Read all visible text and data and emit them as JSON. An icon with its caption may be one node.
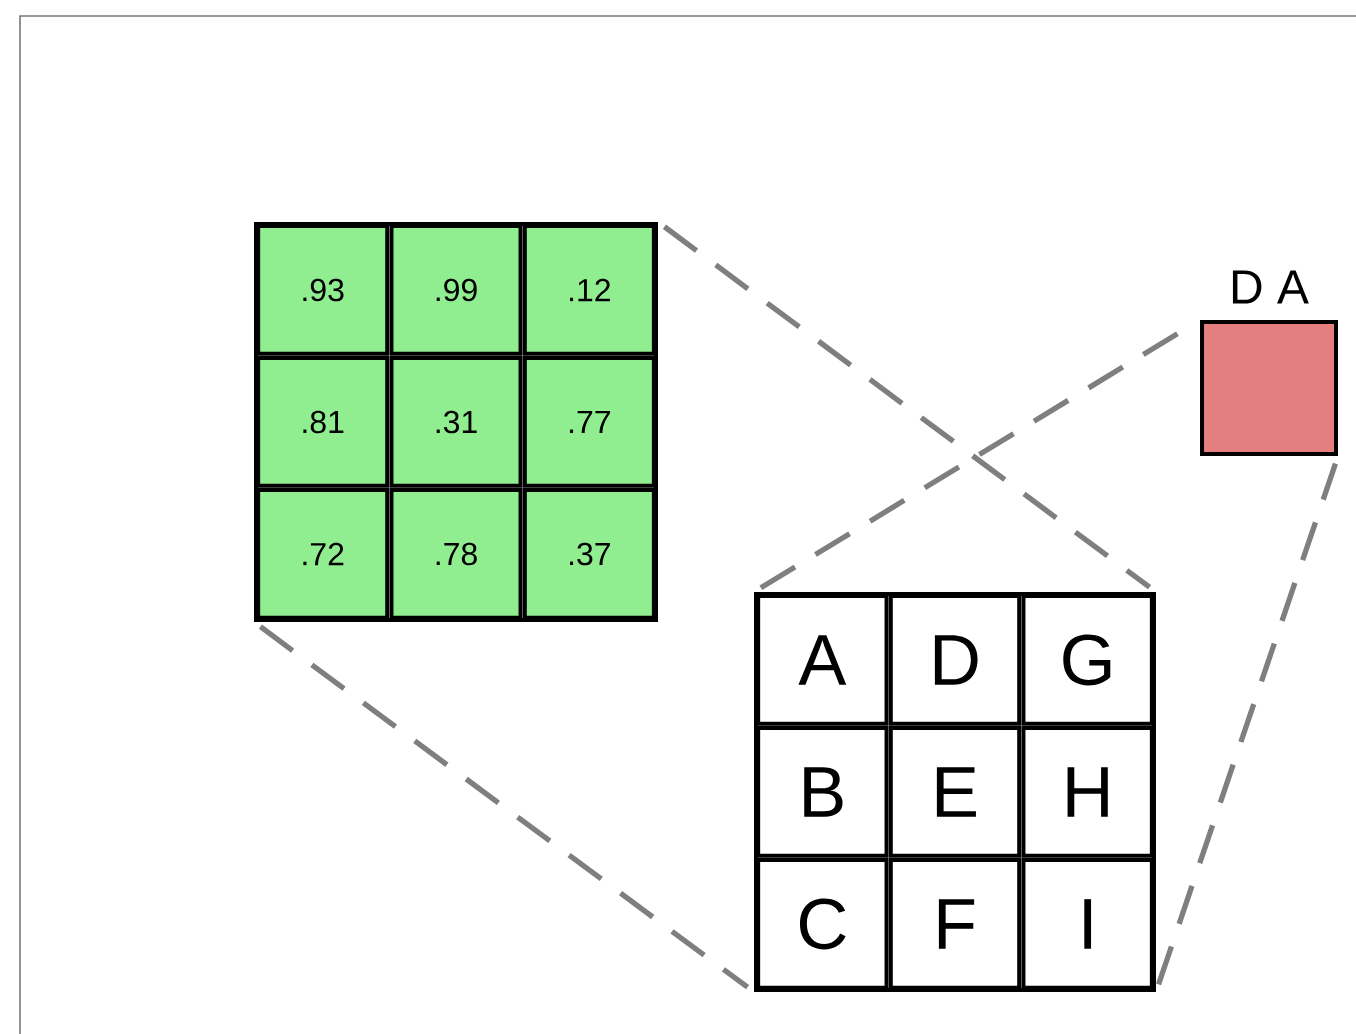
{
  "diagram": {
    "nodes": [
      {
        "text": [],
        "shape": "box"
      },
      {
        "text": [
          ".93"
        ],
        "in": 0
      },
      {
        "text": [
          ".99"
        ],
        "in": 0
      },
      {
        "text": [
          ".12"
        ],
        "in": 0
      },
      {
        "text": [
          ".81"
        ],
        "in": 0
      },
      {
        "text": [
          ".31"
        ],
        "in": 0
      },
      {
        "text": [
          ".77"
        ],
        "in": 0
      },
      {
        "text": [
          ".72"
        ],
        "in": 0
      },
      {
        "text": [
          ".78"
        ],
        "in": 0
      },
      {
        "text": [
          ".37"
        ],
        "in": 0
      },
      {
        "text": [],
        "shape": "box"
      },
      {
        "text": [
          "A"
        ],
        "in": 10
      },
      {
        "text": [
          "D"
        ],
        "in": 10
      },
      {
        "text": [
          "G"
        ],
        "in": 10
      },
      {
        "text": [
          "B"
        ],
        "in": 10
      },
      {
        "text": [
          "E"
        ],
        "in": 10
      },
      {
        "text": [
          "H"
        ],
        "in": 10
      },
      {
        "text": [
          "C"
        ],
        "in": 10
      },
      {
        "text": [
          "F"
        ],
        "in": 10
      },
      {
        "text": [
          "I"
        ],
        "in": 10
      },
      {
        "text": [
          "D A"
        ]
      }
    ],
    "edges": [
      {
        "from": 0,
        "to": 10,
        "arrow": "none",
        "style": "dashed",
        "color": "#7f7f7f"
      },
      {
        "from": 0,
        "to": 10,
        "arrow": "none",
        "style": "dashed",
        "color": "#7f7f7f"
      },
      {
        "from": 10,
        "to": 20,
        "arrow": "none",
        "style": "dashed",
        "color": "#7f7f7f"
      },
      {
        "from": 10,
        "to": 20,
        "arrow": "none",
        "style": "dashed",
        "color": "#7f7f7f"
      }
    ]
  }
}
